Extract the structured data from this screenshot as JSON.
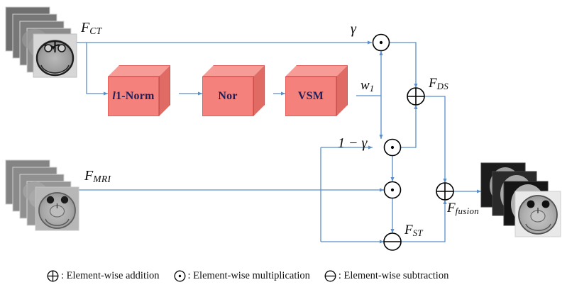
{
  "figure": {
    "type": "architecture-diagram",
    "title": "CT-MRI image fusion network diagram"
  },
  "inputs": {
    "ct": {
      "label_main": "F",
      "label_sub": "CT",
      "stack_count": 5,
      "modality": "CT"
    },
    "mri": {
      "label_main": "F",
      "label_sub": "MRI",
      "stack_count": 5,
      "modality": "MRI"
    }
  },
  "output": {
    "fusion": {
      "label_main": "F",
      "label_sub": "fusion",
      "stack_count": 4,
      "modality": "Fusion"
    }
  },
  "process_boxes": [
    {
      "id": "l1norm",
      "label_italic": "l",
      "label_rest": "1-Norm"
    },
    {
      "id": "nor",
      "label_italic": "",
      "label_rest": "Nor"
    },
    {
      "id": "vsm",
      "label_italic": "",
      "label_rest": "VSM"
    }
  ],
  "signal_labels": {
    "gamma": "γ",
    "one_minus_gamma": "1 − γ",
    "w1_main": "w",
    "w1_sub": "1",
    "fds_main": "F",
    "fds_sub": "DS",
    "fst_main": "F",
    "fst_sub": "ST"
  },
  "operators": [
    {
      "id": "mul-gamma",
      "kind": "multiplication",
      "glyph": "⊙"
    },
    {
      "id": "mul-one-minus-gamma",
      "kind": "multiplication",
      "glyph": "⊙"
    },
    {
      "id": "mul-mri",
      "kind": "multiplication",
      "glyph": "⊙"
    },
    {
      "id": "add-ds",
      "kind": "addition",
      "glyph": "⊕"
    },
    {
      "id": "add-fusion",
      "kind": "addition",
      "glyph": "⊕"
    },
    {
      "id": "sub-st",
      "kind": "subtraction",
      "glyph": "⊖"
    }
  ],
  "legend": {
    "items": [
      {
        "symbol": "addition",
        "text": ": Element-wise addition"
      },
      {
        "symbol": "multiplication",
        "text": ": Element-wise multiplication"
      },
      {
        "symbol": "subtraction",
        "text": ": Element-wise subtraction"
      }
    ]
  },
  "colors": {
    "box_face": "#f4817c",
    "box_top": "#f79b96",
    "box_side": "#e06a64",
    "box_text": "#20205a",
    "wire": "#5b8fc9",
    "operator_stroke": "#000000",
    "background": "#ffffff"
  }
}
